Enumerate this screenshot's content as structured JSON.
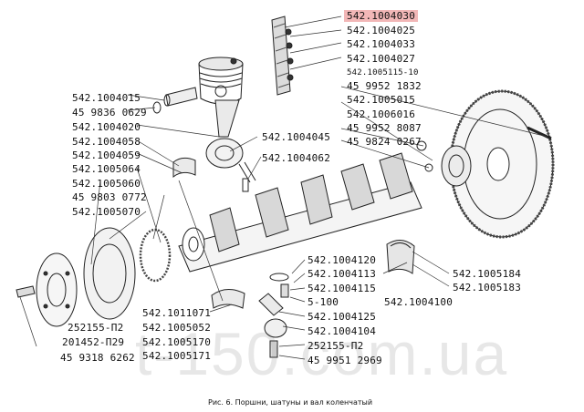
{
  "caption": "Рис. 6.  Поршни, шатуны и вал коленчатый",
  "watermark": "t-150.com.ua",
  "highlight_color": "#f2b7b7",
  "labels": [
    "542.1004030",
    "542.1004025",
    "542.1004033",
    "542.1004027",
    "542.1005115-10",
    "45 9952 1832",
    "542.1005015",
    "542.1006016",
    "45 9952 8087",
    "45 9824 0267",
    "542.1004015",
    "45 9836 0629",
    "542.1004020",
    "542.1004058",
    "542.1004059",
    "542.1005064",
    "542.1005060",
    "45 9803 0772",
    "542.1005070",
    "542.1004045",
    "542.1004062",
    "542.1004120",
    "542.1004113",
    "542.1004115",
    "5-100",
    "542.1004125",
    "542.1004104",
    "252155-П2",
    "45 9951 2969",
    "542.1004100",
    "542.1005184",
    "542.1005183",
    "542.1011071",
    "542.1005052",
    "542.1005170",
    "542.1005171",
    "252155-П2",
    "201452-П29",
    "45 9318 6262"
  ]
}
